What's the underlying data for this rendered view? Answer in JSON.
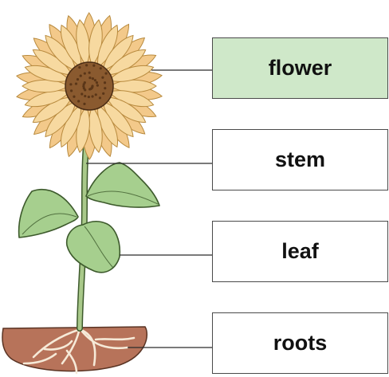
{
  "labels": {
    "flower": "flower",
    "stem": "stem",
    "leaf": "leaf",
    "roots": "roots"
  },
  "highlighted_label": "flower",
  "colors": {
    "highlight_fill": "#cfe8c9",
    "box_fill": "#ffffff",
    "box_border": "#4a4a4a",
    "petal": "#f7d9a0",
    "petal_edge": "#b88a3e",
    "center": "#8a5a2f",
    "stem": "#a9c98a",
    "leaf": "#a6cf8e",
    "leaf_edge": "#3d5a2c",
    "soil": "#b7735a",
    "root": "#f6ead8"
  }
}
